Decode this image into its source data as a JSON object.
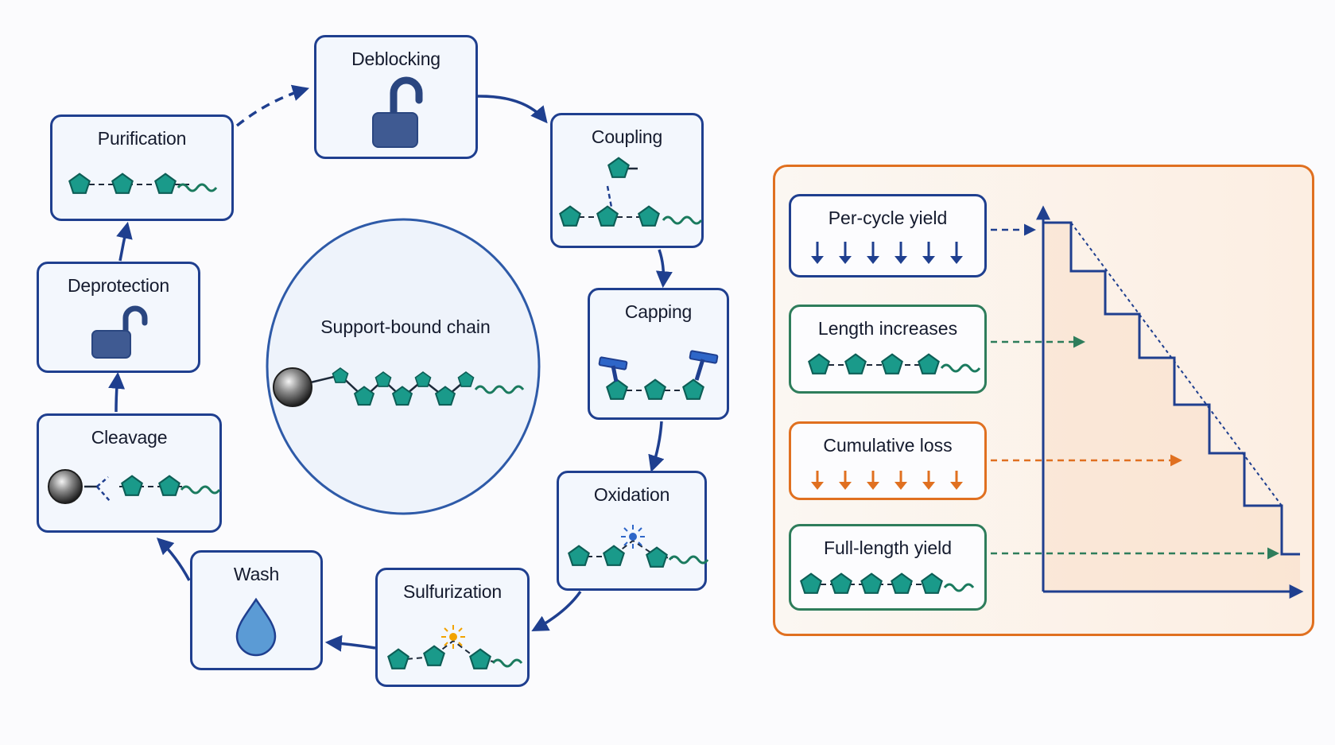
{
  "hub": {
    "label": "Support-bound chain"
  },
  "steps": {
    "deblocking": "Deblocking",
    "coupling": "Coupling",
    "capping": "Capping",
    "oxidation": "Oxidation",
    "sulfurization": "Sulfurization",
    "wash": "Wash",
    "cleavage": "Cleavage",
    "deprotection": "Deprotection",
    "purification": "Purification"
  },
  "yield_panel": {
    "per_cycle": "Per-cycle yield",
    "length": "Length increases",
    "cumulative": "Cumulative loss",
    "full_length": "Full-length yield"
  },
  "icons": {
    "lock": "padlock-open-icon",
    "drop": "water-drop-icon",
    "nucleotide": "pentagon-icon",
    "bead": "solid-support-bead-icon",
    "cap": "cap-t-icon",
    "spark": "spark-icon"
  },
  "colors": {
    "primary": "#1f3f8f",
    "teal": "#1a9a8a",
    "green": "#2e7d5b",
    "orange": "#e07020",
    "lock": "#3f5a92",
    "drop": "#5b9bd5",
    "spark_blue": "#2e66c8",
    "spark_orange": "#f2a300"
  }
}
